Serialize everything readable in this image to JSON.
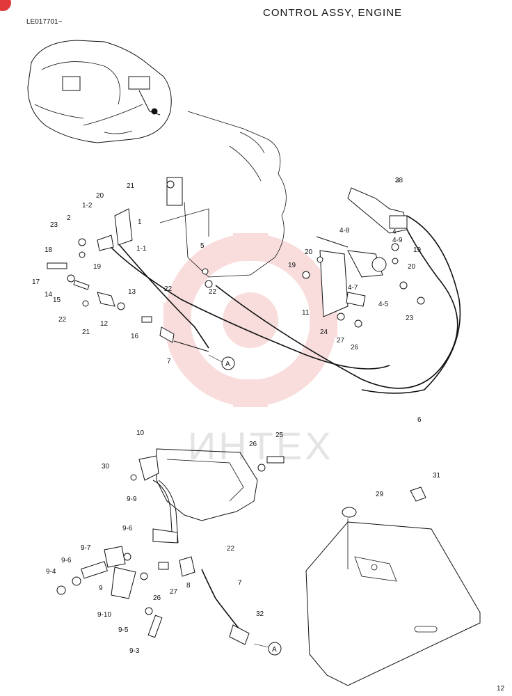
{
  "header": {
    "title": "CONTROL ASSY, ENGINE",
    "serial": "LE017701~",
    "page_number": "12"
  },
  "watermark": {
    "text": "ИНТЕХ",
    "color": "#f0a0a0"
  },
  "callouts": {
    "upper": [
      "3",
      "4",
      "4-8",
      "4-9",
      "4-7",
      "4-5",
      "5",
      "6",
      "7",
      "11",
      "1",
      "1-1",
      "1-2",
      "2",
      "12",
      "13",
      "14",
      "15",
      "16",
      "17",
      "18",
      "19",
      "19",
      "19",
      "20",
      "20",
      "20",
      "21",
      "21",
      "22",
      "22",
      "22",
      "23",
      "23",
      "24",
      "26",
      "27",
      "28"
    ],
    "lower": [
      "10",
      "9-9",
      "9-6",
      "9-6",
      "9-7",
      "9-4",
      "9",
      "9-10",
      "9-5",
      "9-3",
      "8",
      "7",
      "22",
      "26",
      "26",
      "27",
      "25",
      "29",
      "30",
      "31",
      "32"
    ],
    "ref_marker": "A"
  }
}
